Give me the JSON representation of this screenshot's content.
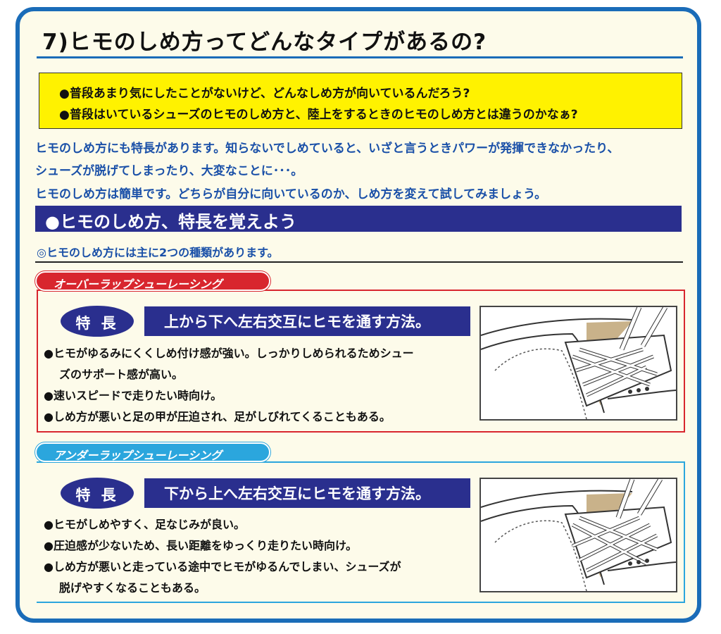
{
  "title": "7)ヒモのしめ方ってどんなタイプがあるの?",
  "questions": [
    "●普段あまり気にしたことがないけど、どんなしめ方が向いているんだろう?",
    "●普段はいているシューズのヒモのしめ方と、陸上をするときのヒモのしめ方とは違うのかなぁ?"
  ],
  "intro": {
    "line1": "ヒモのしめ方にも特長があります。知らないでしめていると、いざと言うときパワーが発揮できなかったり、",
    "line2": "シューズが脱げてしまったり、大変なことに･･･。",
    "line3": "ヒモのしめ方は簡単です。どちらが自分に向いているのか、しめ方を変えて試してみましょう。"
  },
  "section_heading": "●ヒモのしめ方、特長を覚えよう",
  "section_note": "◎ヒモのしめ方には主に2つの種類があります。",
  "overlap": {
    "label": "オーバーラップシューレーシング",
    "badge": "特 長",
    "method": "上から下へ左右交互にヒモを通す方法。",
    "bullets": [
      "●ヒモがゆるみにくくしめ付け感が強い。しっかりしめられるためシュー",
      "ズのサポート感が高い。",
      "●速いスピードで走りたい時向け。",
      "●しめ方が悪いと足の甲が圧迫され、足がしびれてくることもある。"
    ]
  },
  "underlap": {
    "label": "アンダーラップシューレーシング",
    "badge": "特 長",
    "method": "下から上へ左右交互にヒモを通す方法。",
    "bullets": [
      "●ヒモがしめやすく、足なじみが良い。",
      "●圧迫感が少ないため、長い距離をゆっくり走りたい時向け。",
      "●しめ方が悪いと走っている途中でヒモがゆるんでしまい、シューズが",
      "脱げやすくなることもある。"
    ]
  },
  "colors": {
    "frame": "#1a6cb8",
    "navy": "#2a2f8e",
    "yellow": "#fff200",
    "red": "#d8262e",
    "cyan": "#2ba6dd",
    "intro_text": "#1a50a8",
    "tan": "#c9b28a"
  }
}
